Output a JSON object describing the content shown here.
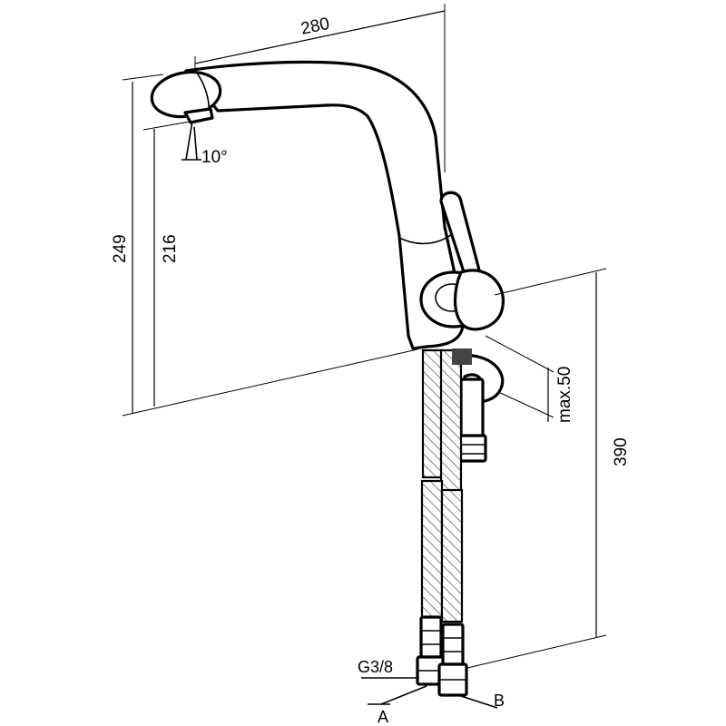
{
  "dimensions": {
    "spout_reach": "280",
    "total_height": "249",
    "spout_height": "216",
    "spout_angle": "10°",
    "max_deck_thickness": "max.50",
    "hose_length": "390"
  },
  "connections": {
    "thread": "G3/8",
    "hose_a": "A",
    "hose_b": "B"
  }
}
